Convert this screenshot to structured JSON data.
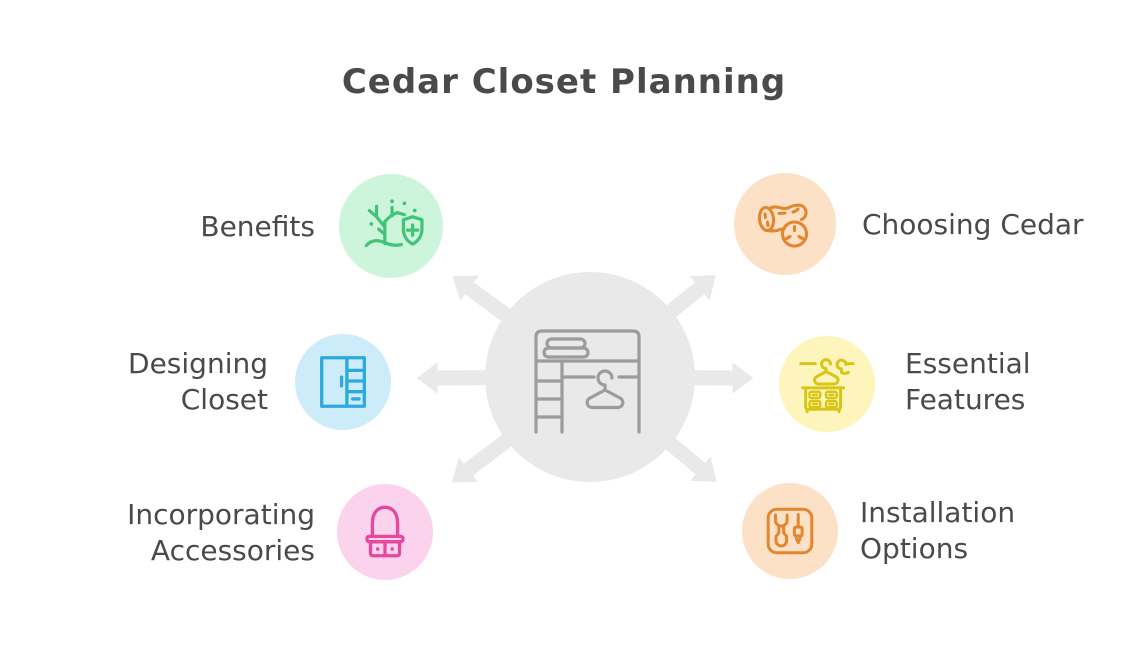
{
  "title": "Cedar Closet Planning",
  "colors": {
    "background": "#ffffff",
    "text": "#4a4a4a",
    "hub_gray": "#e9e9e9",
    "hub_icon_stroke": "#9c9c9c",
    "green_fill": "#cdf5dc",
    "green_stroke": "#41c476",
    "orange_fill": "#fce1c7",
    "orange_stroke": "#e0872f",
    "blue_fill": "#cdecfa",
    "blue_stroke": "#2caade",
    "yellow_fill": "#fdf5bc",
    "yellow_stroke": "#d8c516",
    "pink_fill": "#fbd3ec",
    "pink_stroke": "#e6479f"
  },
  "center": {
    "icon": "closet-organizer-icon",
    "arrow_count": 6
  },
  "nodes": [
    {
      "label": "Benefits",
      "icon": "tree-shield-plus-icon",
      "position": "top-left",
      "fill": "#cdf5dc",
      "stroke": "#41c476"
    },
    {
      "label": "Choosing Cedar",
      "icon": "cedar-log-icon",
      "position": "top-right",
      "fill": "#fce1c7",
      "stroke": "#e0872f"
    },
    {
      "label": "Designing Closet",
      "icon": "wardrobe-icon",
      "position": "middle-left",
      "fill": "#cdecfa",
      "stroke": "#2caade"
    },
    {
      "label": "Essential Features",
      "icon": "hanger-dresser-icon",
      "position": "middle-right",
      "fill": "#fdf5bc",
      "stroke": "#d8c516"
    },
    {
      "label": "Incorporating Accessories",
      "icon": "vanity-mirror-icon",
      "position": "bottom-left",
      "fill": "#fbd3ec",
      "stroke": "#e6479f"
    },
    {
      "label": "Installation Options",
      "icon": "wrench-screwdriver-icon",
      "position": "bottom-right",
      "fill": "#fce1c7",
      "stroke": "#e0872f"
    }
  ]
}
